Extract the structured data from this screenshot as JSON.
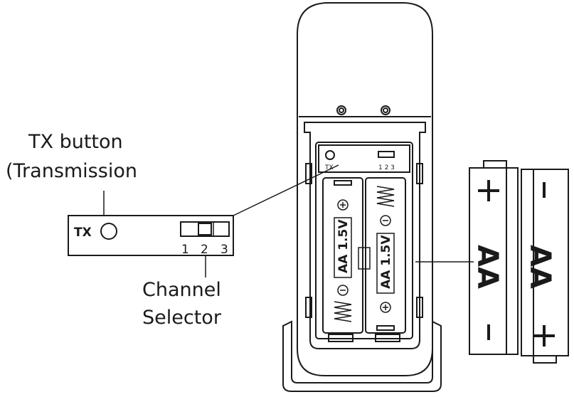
{
  "callouts": {
    "tx_title_line1": "TX button",
    "tx_title_line2": "(Transmission",
    "channel_line1": "Channel",
    "channel_line2": "Selector"
  },
  "inset": {
    "tx_label": "TX",
    "channel_numbers": [
      "1",
      "2",
      "3"
    ]
  },
  "device": {
    "tx_label": "TX",
    "channel_numbers": "1 2 3",
    "battery_label": "AA 1.5V"
  },
  "batteries": {
    "label": "AA",
    "plus": "+",
    "minus": "-"
  }
}
